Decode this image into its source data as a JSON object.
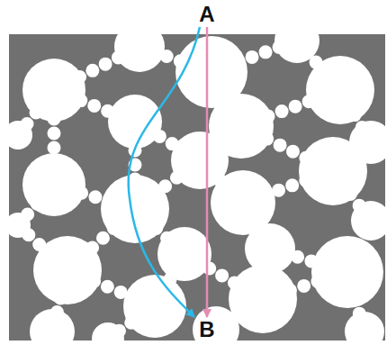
{
  "diagram": {
    "nodes": [
      {
        "text": [
          "A"
        ]
      },
      {
        "text": [
          "B"
        ]
      }
    ],
    "edges": [
      {
        "from": 0,
        "to": 1,
        "arrow": "to"
      },
      {
        "from": 0,
        "to": 1,
        "arrow": "to"
      }
    ]
  }
}
